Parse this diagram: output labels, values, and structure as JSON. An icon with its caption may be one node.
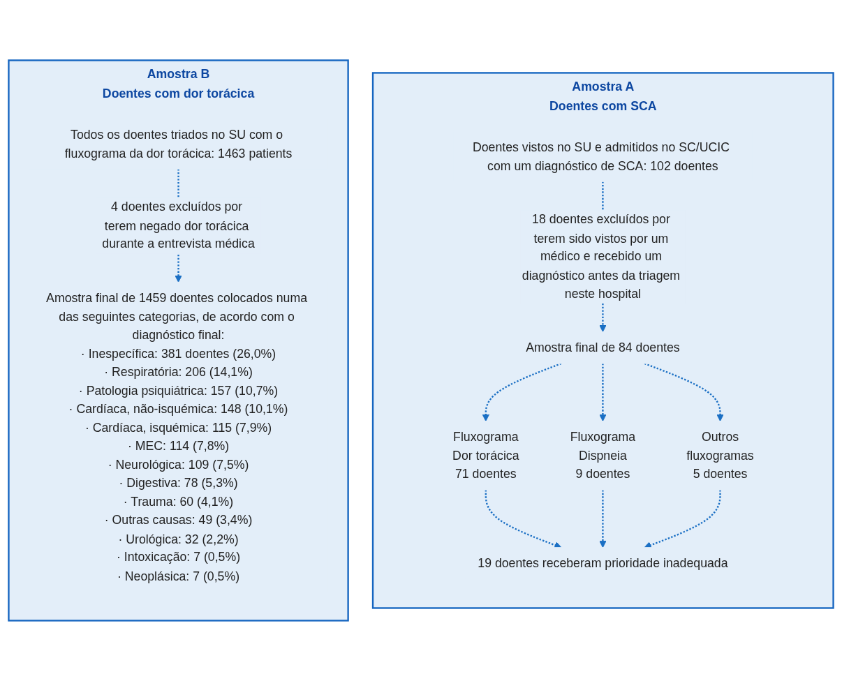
{
  "diagram": {
    "nodes": [
      {
        "text": [
          "Amostra A",
          "Doentes com SCA"
        ]
      },
      {
        "text": [
          "Doentes vistos no SU e admitidos no SC/UCIC com um diagnóstico de SCA: 102 doentes"
        ],
        "in": 0
      },
      {
        "text": [
          "Amostra final de 84 doentes"
        ],
        "in": 0
      },
      {
        "text": [
          "Fluxograma",
          "Dor torácica",
          "71 doentes"
        ],
        "in": 0
      },
      {
        "text": [
          "Fluxograma",
          "Dispneia",
          "9 doentes"
        ],
        "in": 0
      },
      {
        "text": [
          "Outros",
          "fluxogramas",
          "5 doentes"
        ],
        "in": 0
      },
      {
        "text": [
          "19 doentes receberam prioridade inadequada"
        ],
        "in": 0
      },
      {
        "text": [
          "Amostra B",
          "Doentes com dor torácica"
        ]
      },
      {
        "text": [
          "Todos os doentes triados no SU com o fluxograma da dor torácica: 1463 patients"
        ],
        "in": 7
      },
      {
        "text": [
          "Amostra final de 1459 doentes colocados numa das seguintes categorias, de acordo com o diagnóstico final:",
          "· Inespecífica: 381 doentes (26,0%)",
          "· Respiratória: 206 (14,1%)",
          "· Patologia psiquiátrica: 157 (10,7%)",
          "· Cardíaca, não-isquémica: 148 (10,1%)",
          "· Cardíaca, isquémica: 115 (7,9%)",
          "· MEC: 114 (7,8%)",
          "· Neurológica: 109 (7,5%)",
          "· Digestiva: 78 (5,3%)",
          "· Trauma: 60 (4,1%)",
          "· Outras causas: 49 (3,4%)",
          "· Urológica: 32 (2,2%)",
          "· Intoxicação: 7 (0,5%)",
          "· Neoplásica: 7 (0,5%)"
        ],
        "in": 7
      }
    ],
    "edges": [
      {
        "from": 1,
        "to": 2,
        "arrow": "to",
        "style": "dashed",
        "label": "18 doentes excluídos por terem sido vistos por um médico e recebido um diagnóstico antes da triagem neste hospital"
      },
      {
        "from": 2,
        "to": 3,
        "arrow": "to",
        "style": "dashed"
      },
      {
        "from": 2,
        "to": 4,
        "arrow": "to",
        "style": "dashed"
      },
      {
        "from": 2,
        "to": 5,
        "arrow": "to",
        "style": "dashed"
      },
      {
        "from": 3,
        "to": 6,
        "arrow": "to",
        "style": "dashed"
      },
      {
        "from": 4,
        "to": 6,
        "arrow": "to",
        "style": "dashed"
      },
      {
        "from": 5,
        "to": 6,
        "arrow": "to",
        "style": "dashed"
      },
      {
        "from": 8,
        "to": 9,
        "arrow": "to",
        "style": "dashed",
        "label": "4 doentes excluídos por terem negado dor torácica durante a entrevista médica"
      }
    ]
  }
}
